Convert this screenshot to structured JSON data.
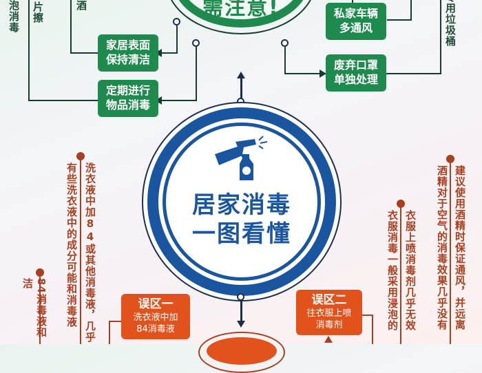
{
  "top_circle": {
    "title_partial": "需注意!",
    "color": "#1e8a4e"
  },
  "center_circle": {
    "line1": "居家消毒",
    "line2": "一图看懂",
    "icon": "spray-bottle-icon",
    "color": "#1a56a0"
  },
  "green_boxes": {
    "surface": "家居表面\n保持清洁",
    "disinfect": "定期进行\n物品消毒",
    "car": "私家车辆\n多通风",
    "mask": "废弃口罩\n单独处理"
  },
  "green_vertical_notes": {
    "far_left": "泡消毒",
    "left2": "片擦",
    "left3": "酒",
    "right": "专用垃圾桶"
  },
  "mistakes": {
    "one": {
      "title": "误区一",
      "desc": "洗衣液中加\n84消毒液"
    },
    "two": {
      "title": "误区二",
      "desc": "往衣服上喷\n消毒剂"
    }
  },
  "red_vertical_notes": {
    "m1_col_a": "洗衣液中加84或其他消毒液，几乎",
    "m1_col_b": "有些洗衣液中的成分可能和消毒液",
    "m1_col_c": "84消毒液和洁",
    "m2_col_a": "衣服上喷消毒剂几乎无效",
    "m2_col_b": "衣服消毒一般采用浸泡的",
    "m3_col_a": "建议使用酒精时保证通风，并远离",
    "m3_col_b": "酒精对于空气的消毒效果几乎没有"
  },
  "colors": {
    "green": "#1e8a4e",
    "dark_line": "#163d2c",
    "navy": "#1b2f4a",
    "blue": "#1a56a0",
    "orange": "#e2521d",
    "brick": "#a8401f"
  }
}
